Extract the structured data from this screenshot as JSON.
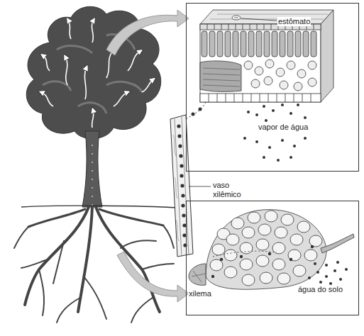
{
  "diagram": {
    "nodes": [
      {
        "text": [
          "estômato",
          "vapor de água"
        ]
      },
      {
        "text": [
          "xilema",
          "água do solo"
        ]
      }
    ],
    "labels": [
      "vaso xilêmico"
    ]
  }
}
